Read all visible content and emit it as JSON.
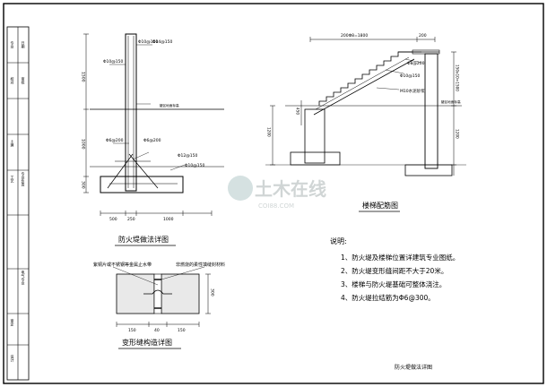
{
  "title_block": {
    "cells": [
      "专业",
      "日期",
      "校对",
      "审核",
      "土建",
      "工艺",
      "专业负责",
      "电气专业",
      "审定",
      "设计"
    ]
  },
  "detail_1": {
    "title": "防火堤做法详图",
    "labels": {
      "rebar_a": "Φ10@150",
      "rebar_b": "Φ14@150",
      "rebar_c": "Φ10@150",
      "rebar_d": "Φ6@200",
      "rebar_e": "Φ6@200",
      "rebar_f": "Φ12@150",
      "rebar_g": "Φ10@150",
      "ground_note": "罐区地面标高"
    },
    "dims_vertical": [
      "1500",
      "1000",
      "300"
    ],
    "dims_horizontal": [
      "500",
      "250",
      "1000"
    ]
  },
  "detail_2": {
    "title": "楼梯配筋图",
    "labels": {
      "top_dim": "200Φ8=1800",
      "top_dim_right": "200",
      "rebar_1": "Φ8@200",
      "rebar_2": "Φ10@150",
      "rebar_3": "M10水泥砂浆",
      "right_dim": "150x10=1500",
      "ground_note": "罐区地面标高",
      "left_dim": "450",
      "height_left": "1200",
      "height_right": "1200"
    }
  },
  "detail_3": {
    "title": "变形缝构造详图",
    "label_left": "紫铜片或不锈钢等金属止水带",
    "label_right": "非燃烧的柔性填缝封材料",
    "dims": [
      "150",
      "40",
      "150"
    ],
    "dim_right": "300"
  },
  "notes": {
    "heading": "说明:",
    "items": [
      "1、防火堤及楼梯位置详建筑专业图纸。",
      "2、防火堤变形缝间距不大于20米。",
      "3、楼梯与防火堤基础可整体浇注。",
      "4、防火堤拉结筋为Φ6@300。"
    ]
  },
  "drawing_title": "防火堤做法详图",
  "watermark": {
    "text": "土木在线",
    "subtext": "COI88.COM"
  }
}
